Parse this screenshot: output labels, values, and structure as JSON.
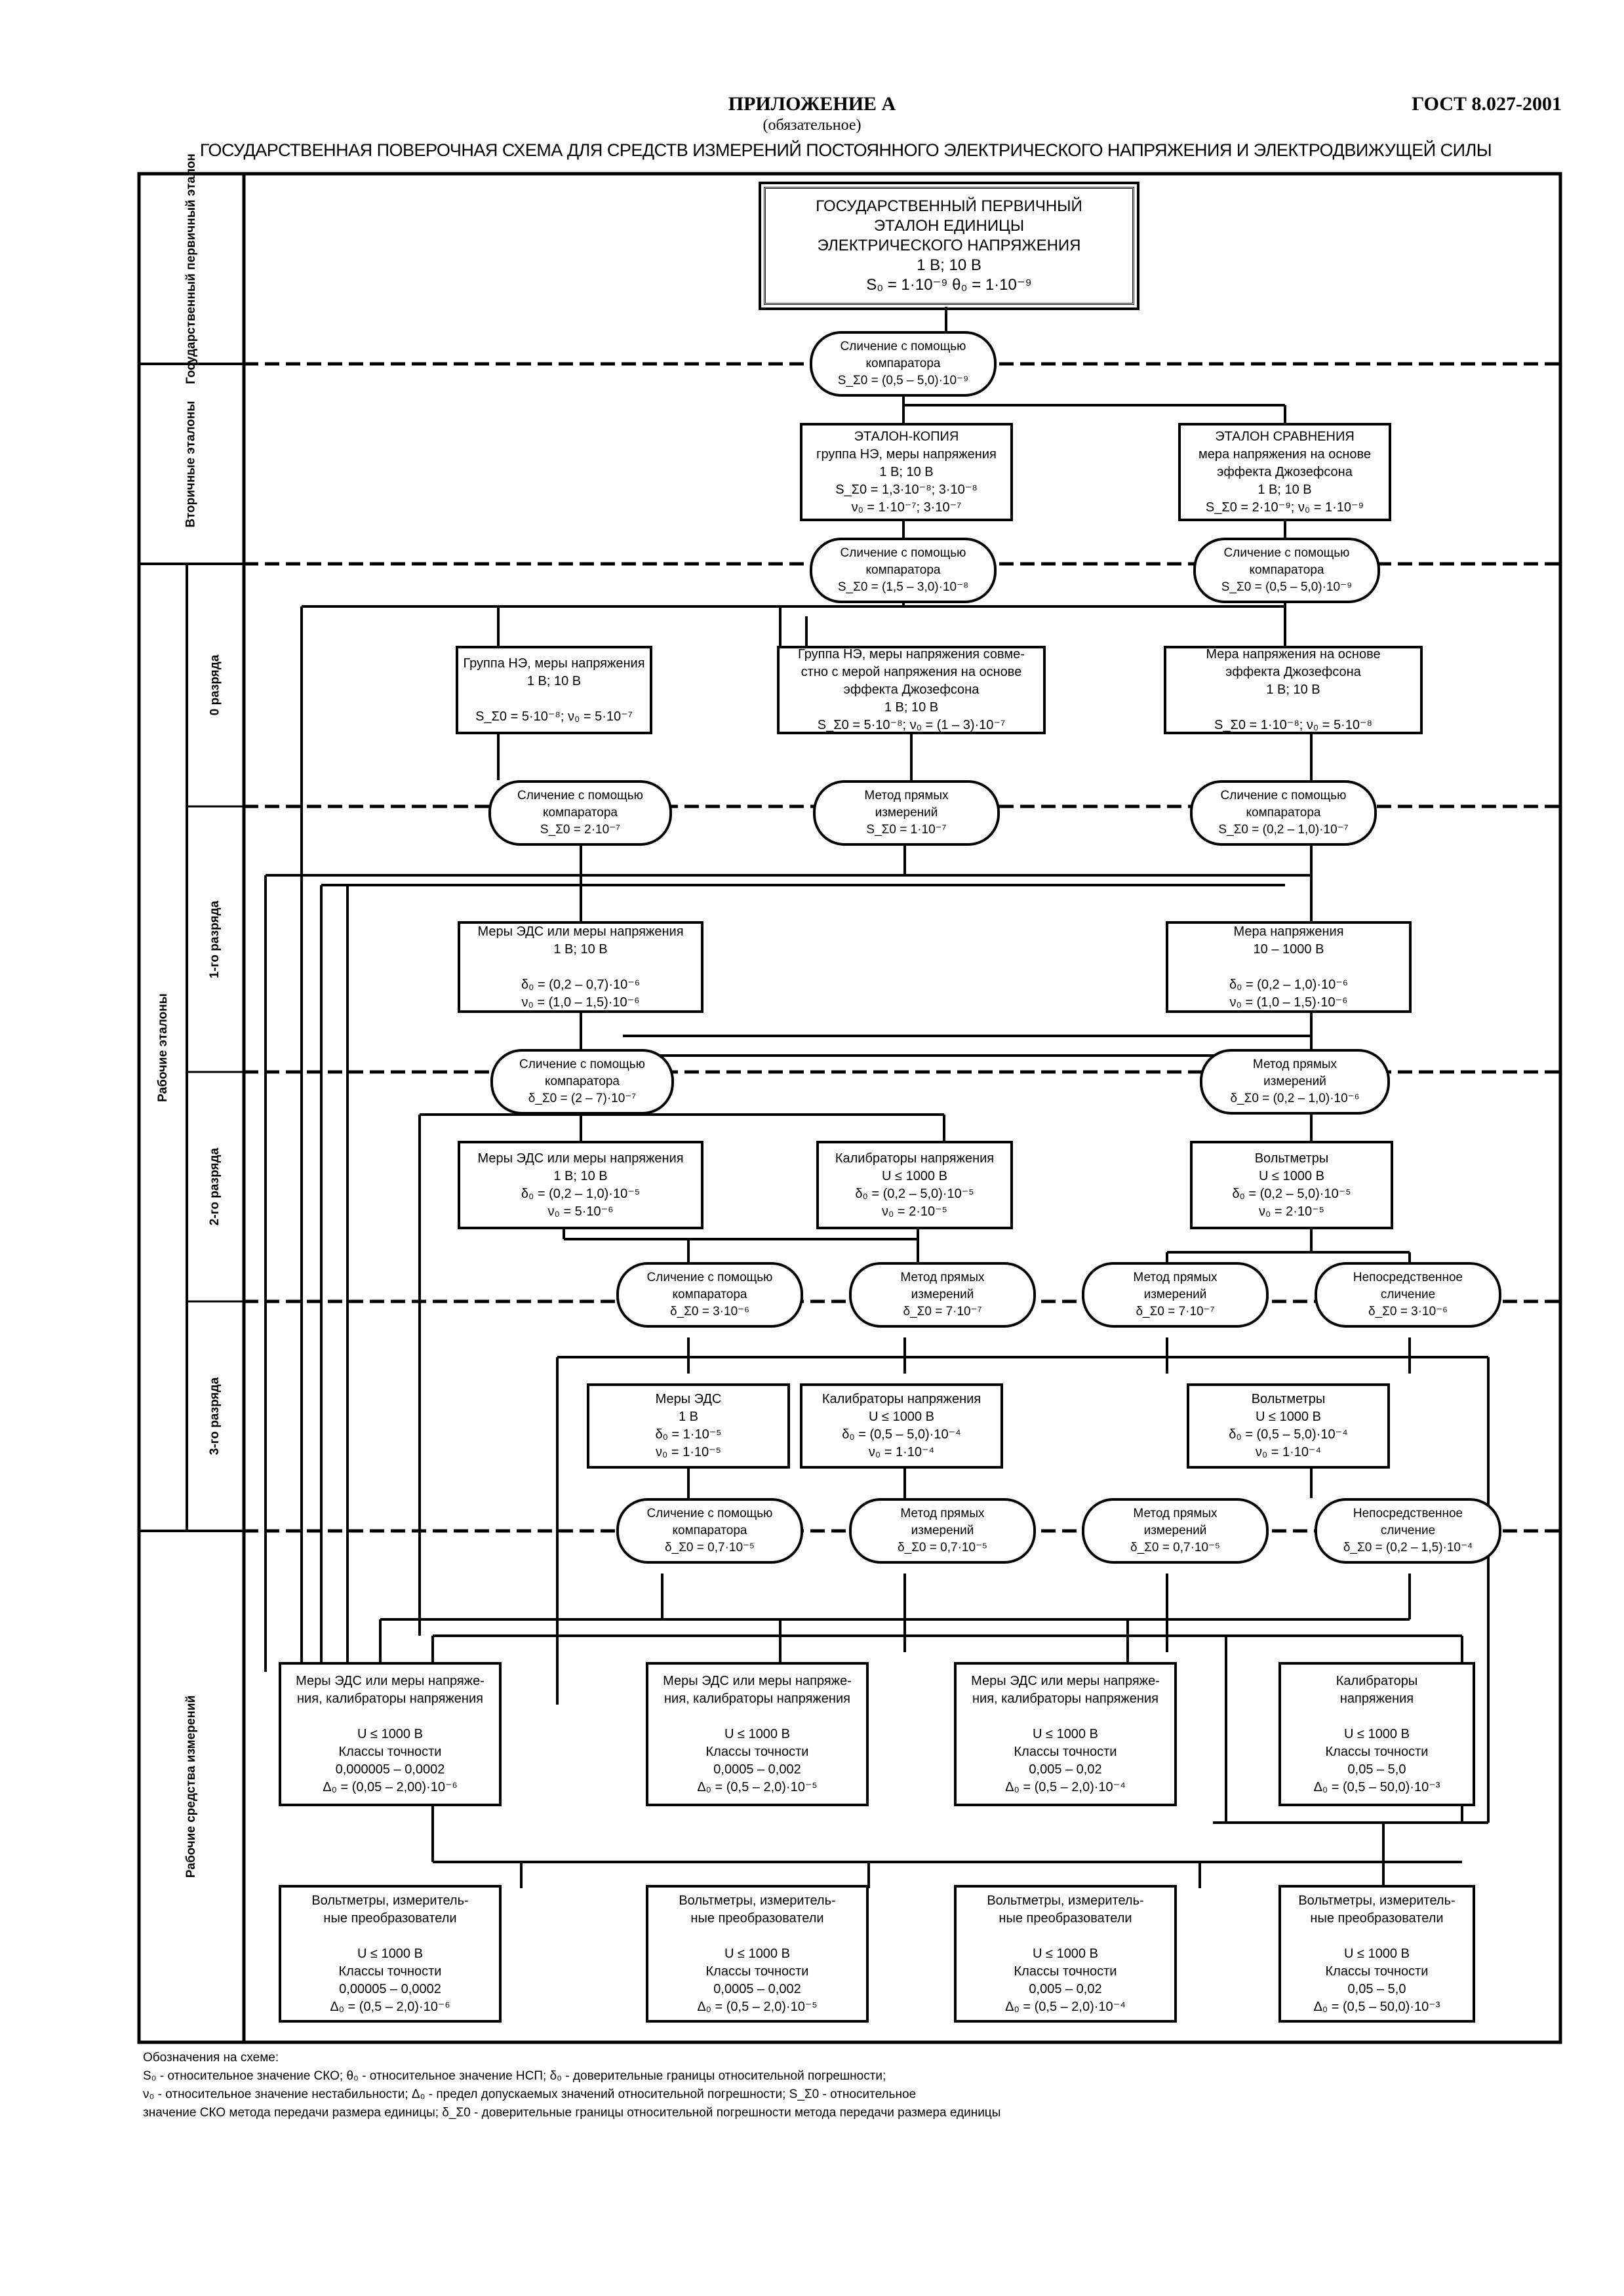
{
  "header": {
    "appendix": "ПРИЛОЖЕНИЕ А",
    "status": "(обязательное)",
    "standard": "ГОСТ 8.027-2001",
    "title": "ГОСУДАРСТВЕННАЯ ПОВЕРОЧНАЯ СХЕМА ДЛЯ СРЕДСТВ ИЗМЕРЕНИЙ ПОСТОЯННОГО ЭЛЕКТРИЧЕСКОГО НАПРЯЖЕНИЯ И ЭЛЕКТРОДВИЖУЩЕЙ СИЛЫ"
  },
  "bands": {
    "primary": "Государственный первичный эталон",
    "secondary": "Вторичные эталоны",
    "working": "Рабочие эталоны",
    "rank0": "0 разряда",
    "rank1": "1-го разряда",
    "rank2": "2-го разряда",
    "rank3": "3-го разряда",
    "instruments": "Рабочие средства измерений"
  },
  "nodes": {
    "primary": [
      "ГОСУДАРСТВЕННЫЙ ПЕРВИЧНЫЙ",
      "ЭТАЛОН ЕДИНИЦЫ",
      "ЭЛЕКТРИЧЕСКОГО НАПРЯЖЕНИЯ",
      "1 В; 10 В",
      "S₀ = 1·10⁻⁹      θ₀ = 1·10⁻⁹"
    ],
    "m1": [
      "Сличение с помощью",
      "компаратора",
      "S_Σ0 = (0,5 – 5,0)·10⁻⁹"
    ],
    "sec_copy": [
      "ЭТАЛОН-КОПИЯ",
      "группа НЭ, меры напряжения",
      "1 В;      10 В",
      "S_Σ0 = 1,3·10⁻⁸; 3·10⁻⁸",
      "ν₀ = 1·10⁻⁷; 3·10⁻⁷"
    ],
    "sec_cmp": [
      "ЭТАЛОН СРАВНЕНИЯ",
      "мера напряжения на основе",
      "эффекта Джозефсона",
      "1 В; 10 В",
      "S_Σ0 = 2·10⁻⁹; ν₀ = 1·10⁻⁹"
    ],
    "m2a": [
      "Сличение с помощью",
      "компаратора",
      "S_Σ0 = (1,5 – 3,0)·10⁻⁸"
    ],
    "m2b": [
      "Сличение с помощью",
      "компаратора",
      "S_Σ0 = (0,5 – 5,0)·10⁻⁹"
    ],
    "r0a": [
      "Группа НЭ, меры напряжения",
      "1 В; 10 В",
      "",
      "S_Σ0 = 5·10⁻⁸; ν₀ = 5·10⁻⁷"
    ],
    "r0b": [
      "Группа НЭ, меры напряжения совме-",
      "стно с мерой напряжения на основе",
      "эффекта Джозефсона",
      "1 В; 10 В",
      "S_Σ0 = 5·10⁻⁸; ν₀ = (1 – 3)·10⁻⁷"
    ],
    "r0c": [
      "Мера напряжения на основе",
      "эффекта Джозефсона",
      "1 В; 10 В",
      "",
      "S_Σ0 = 1·10⁻⁸; ν₀ = 5·10⁻⁸"
    ],
    "m3a": [
      "Сличение с помощью",
      "компаратора",
      "S_Σ0 = 2·10⁻⁷"
    ],
    "m3b": [
      "Метод прямых",
      "измерений",
      "S_Σ0 = 1·10⁻⁷"
    ],
    "m3c": [
      "Сличение с помощью",
      "компаратора",
      "S_Σ0 = (0,2 – 1,0)·10⁻⁷"
    ],
    "r1a": [
      "Меры ЭДС или меры напряжения",
      "1 В; 10 В",
      "",
      "δ₀ = (0,2 – 0,7)·10⁻⁶",
      "ν₀ = (1,0 – 1,5)·10⁻⁶"
    ],
    "r1b": [
      "Мера напряжения",
      "10 – 1000 В",
      "",
      "δ₀ = (0,2 – 1,0)·10⁻⁶",
      "ν₀ = (1,0 – 1,5)·10⁻⁶"
    ],
    "m4a": [
      "Сличение с помощью",
      "компаратора",
      "δ_Σ0 = (2 – 7)·10⁻⁷"
    ],
    "m4b": [
      "Метод прямых",
      "измерений",
      "δ_Σ0 = (0,2 – 1,0)·10⁻⁶"
    ],
    "r2a": [
      "Меры ЭДС или меры напряжения",
      "1 В; 10 В",
      "δ₀ = (0,2 – 1,0)·10⁻⁵",
      "ν₀ = 5·10⁻⁶"
    ],
    "r2b": [
      "Калибраторы напряжения",
      "U ≤ 1000 В",
      "δ₀ = (0,2 – 5,0)·10⁻⁵",
      "ν₀ = 2·10⁻⁵"
    ],
    "r2c": [
      "Вольтметры",
      "U ≤ 1000 В",
      "δ₀ = (0,2 – 5,0)·10⁻⁵",
      "ν₀ = 2·10⁻⁵"
    ],
    "m5a": [
      "Сличение с помощью",
      "компаратора",
      "δ_Σ0 = 3·10⁻⁶"
    ],
    "m5b": [
      "Метод прямых",
      "измерений",
      "δ_Σ0 = 7·10⁻⁷"
    ],
    "m5c": [
      "Метод прямых",
      "измерений",
      "δ_Σ0 = 7·10⁻⁷"
    ],
    "m5d": [
      "Непосредственное",
      "сличение",
      "δ_Σ0 = 3·10⁻⁶"
    ],
    "r3a": [
      "Меры ЭДС",
      "1 В",
      "δ₀ = 1·10⁻⁵",
      "ν₀ = 1·10⁻⁵"
    ],
    "r3b": [
      "Калибраторы напряжения",
      "U ≤ 1000 В",
      "δ₀ = (0,5 – 5,0)·10⁻⁴",
      "ν₀ = 1·10⁻⁴"
    ],
    "r3c": [
      "Вольтметры",
      "U ≤ 1000 В",
      "δ₀ = (0,5 – 5,0)·10⁻⁴",
      "ν₀ = 1·10⁻⁴"
    ],
    "m6a": [
      "Сличение с помощью",
      "компаратора",
      "δ_Σ0 = 0,7·10⁻⁵"
    ],
    "m6b": [
      "Метод прямых",
      "измерений",
      "δ_Σ0 = 0,7·10⁻⁵"
    ],
    "m6c": [
      "Метод прямых",
      "измерений",
      "δ_Σ0 = 0,7·10⁻⁵"
    ],
    "m6d": [
      "Непосредственное",
      "сличение",
      "δ_Σ0 = (0,2 – 1,5)·10⁻⁴"
    ],
    "si1": [
      "Меры ЭДС или меры напряже-",
      "ния, калибраторы напряжения",
      "",
      "U ≤ 1000 В",
      "Классы точности",
      "0,000005 – 0,0002",
      "Δ₀ = (0,05 – 2,00)·10⁻⁶"
    ],
    "si2": [
      "Меры ЭДС или меры напряже-",
      "ния, калибраторы напряжения",
      "",
      "U ≤ 1000 В",
      "Классы точности",
      "0,0005 – 0,002",
      "Δ₀ = (0,5 – 2,0)·10⁻⁵"
    ],
    "si3": [
      "Меры ЭДС или меры напряже-",
      "ния, калибраторы напряжения",
      "",
      "U ≤ 1000 В",
      "Классы точности",
      "0,005 – 0,02",
      "Δ₀ = (0,5 – 2,0)·10⁻⁴"
    ],
    "si4": [
      "Калибраторы",
      "напряжения",
      "",
      "U ≤ 1000 В",
      "Классы точности",
      "0,05 – 5,0",
      "Δ₀ = (0,5 – 50,0)·10⁻³"
    ],
    "vm1": [
      "Вольтметры, измеритель-",
      "ные преобразователи",
      "",
      "U ≤ 1000 В",
      "Классы точности",
      "0,00005 – 0,0002",
      "Δ₀ = (0,5 – 2,0)·10⁻⁶"
    ],
    "vm2": [
      "Вольтметры, измеритель-",
      "ные преобразователи",
      "",
      "U ≤ 1000 В",
      "Классы точности",
      "0,0005 – 0,002",
      "Δ₀ = (0,5 – 2,0)·10⁻⁵"
    ],
    "vm3": [
      "Вольтметры, измеритель-",
      "ные преобразователи",
      "",
      "U ≤ 1000 В",
      "Классы точности",
      "0,005 – 0,02",
      "Δ₀ = (0,5 – 2,0)·10⁻⁴"
    ],
    "vm4": [
      "Вольтметры, измеритель-",
      "ные преобразователи",
      "",
      "U ≤ 1000 В",
      "Классы точности",
      "0,05 – 5,0",
      "Δ₀ = (0,5 – 50,0)·10⁻³"
    ]
  },
  "legend": {
    "heading": "Обозначения на схеме:",
    "line1": "S₀ - относительное значение СКО; θ₀ - относительное значение НСП; δ₀ - доверительные границы относительной погрешности;",
    "line2": "ν₀ - относительное значение нестабильности; Δ₀ - предел допускаемых значений относительной погрешности; S_Σ0 - относительное",
    "line3": "значение СКО метода передачи размера единицы; δ_Σ0 - доверительные границы относительной погрешности метода передачи размера единицы"
  }
}
